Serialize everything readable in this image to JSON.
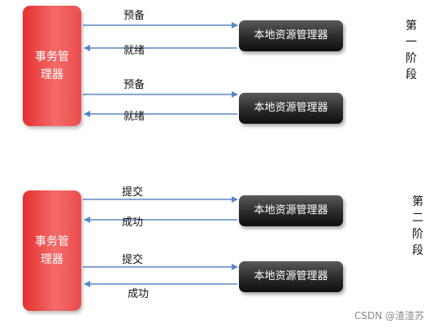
{
  "phase1": {
    "title": "第\n一\n阶\n段",
    "tm_label": "事务管\n理器",
    "pairs": [
      {
        "request": "预备",
        "response": "就绪",
        "rm_label": "本地资源管理器"
      },
      {
        "request": "预备",
        "response": "就绪",
        "rm_label": "本地资源管理器"
      }
    ]
  },
  "phase2": {
    "title": "第\n二\n阶\n段",
    "tm_label": "事务管\n理器",
    "pairs": [
      {
        "request": "提交",
        "response": "成功",
        "rm_label": "本地资源管理器"
      },
      {
        "request": "提交",
        "response": "成功",
        "rm_label": "本地资源管理器"
      }
    ]
  },
  "watermark": "CSDN @渣渣苏",
  "colors": {
    "arrow": "#5b86c6",
    "tm": "#e8403f",
    "rm": "#1f1f1f"
  }
}
